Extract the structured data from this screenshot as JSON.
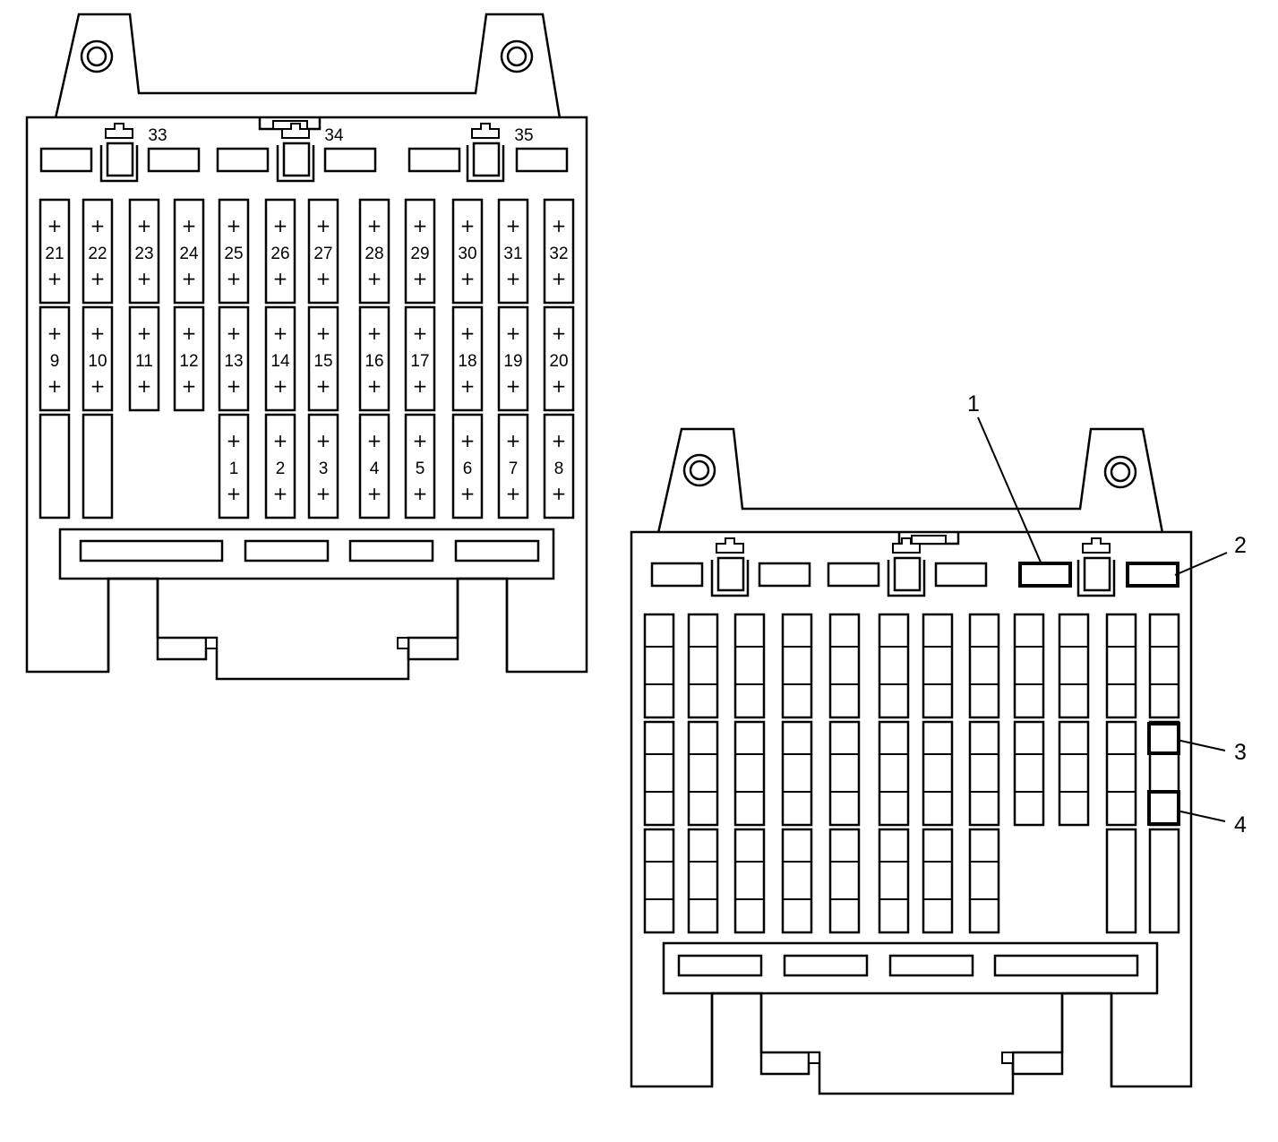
{
  "left_block": {
    "relay_labels": [
      "33",
      "34",
      "35"
    ],
    "fuse_rows": [
      [
        "21",
        "22",
        "23",
        "24",
        "25",
        "26",
        "27",
        "28",
        "29",
        "30",
        "31",
        "32"
      ],
      [
        "9",
        "10",
        "11",
        "12",
        "13",
        "14",
        "15",
        "16",
        "17",
        "18",
        "19",
        "20"
      ],
      [
        "",
        "",
        "",
        "",
        "1",
        "2",
        "3",
        "4",
        "5",
        "6",
        "7",
        "8"
      ]
    ],
    "plus_symbol": "+"
  },
  "right_block": {
    "callouts": [
      "1",
      "2",
      "3",
      "4"
    ]
  },
  "colors": {
    "line": "#000000",
    "background": "#ffffff"
  }
}
